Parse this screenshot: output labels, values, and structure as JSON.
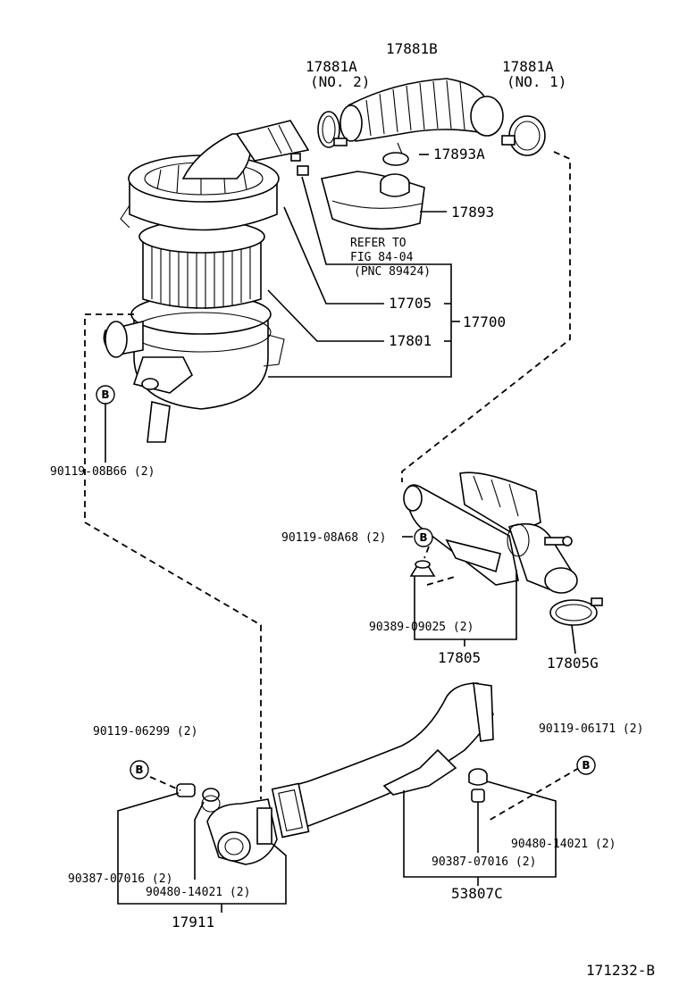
{
  "labels": {
    "p17881a_no2": "17881A",
    "p17881a_no2_sub": "(NO. 2)",
    "p17881b": "17881B",
    "p17881a_no1": "17881A",
    "p17881a_no1_sub": "(NO. 1)",
    "p17893a": "17893A",
    "p17893": "17893",
    "refer_line1": "REFER TO",
    "refer_line2": "FIG 84-04",
    "refer_line3": "(PNC 89424)",
    "p17705": "17705",
    "p17700": "17700",
    "p17801": "17801",
    "bolt_08b66": "90119-08B66 (2)",
    "bolt_08a68": "90119-08A68 (2)",
    "p90389": "90389-09025 (2)",
    "p17805": "17805",
    "p17805g": "17805G",
    "bolt_06299": "90119-06299 (2)",
    "bolt_06171": "90119-06171 (2)",
    "p90387_left": "90387-07016 (2)",
    "p90480_left": "90480-14021 (2)",
    "p17911": "17911",
    "p90480_right": "90480-14021 (2)",
    "p90387_right": "90387-07016 (2)",
    "p53807c": "53807C",
    "fig_code": "171232-B",
    "badge_letter": "B"
  }
}
